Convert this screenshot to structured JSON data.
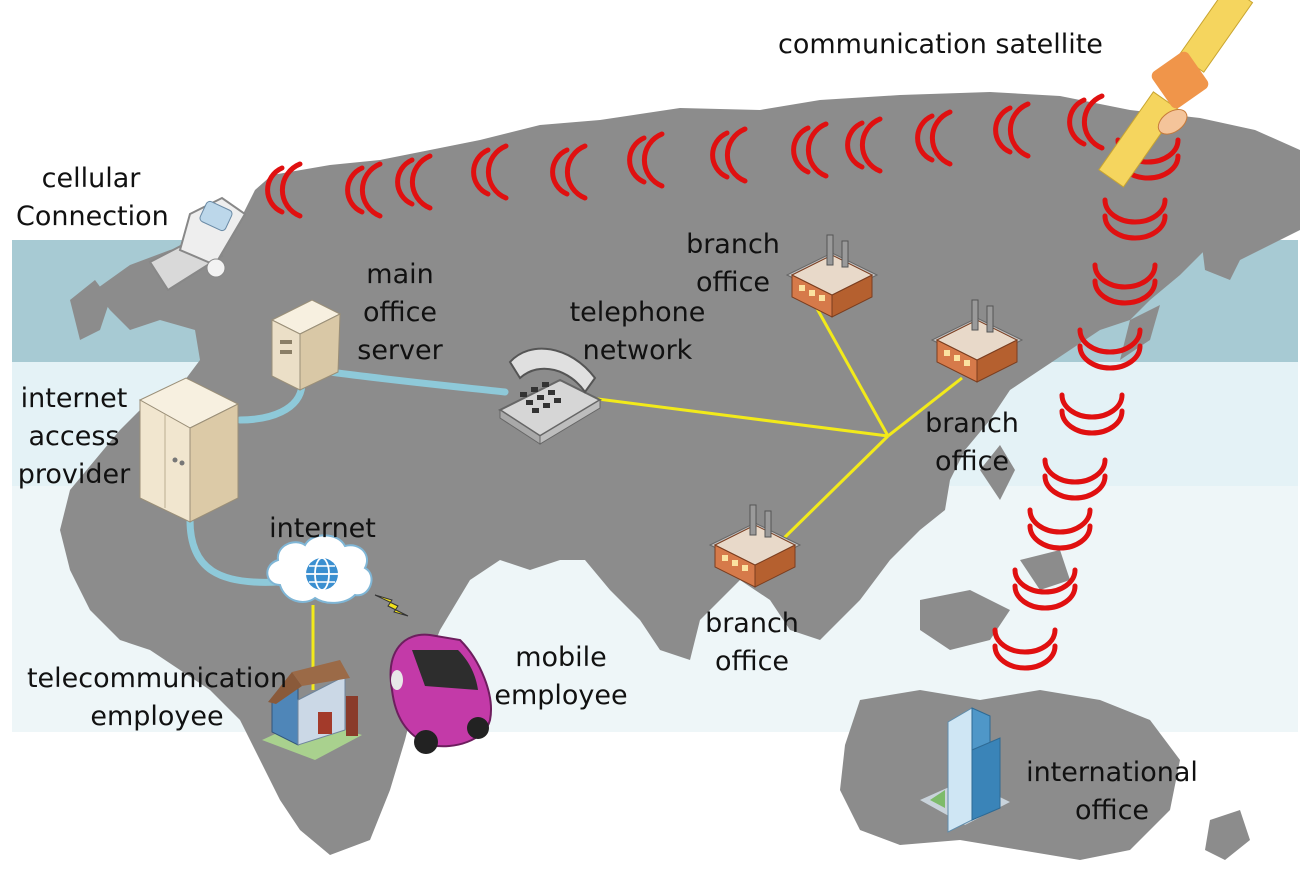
{
  "labels": {
    "satellite": [
      "communication satellite"
    ],
    "cellular": [
      "cellular",
      "Connection"
    ],
    "main_office": [
      "main",
      "office",
      "server"
    ],
    "telephone": [
      "telephone",
      "network"
    ],
    "isp": [
      "internet",
      "access",
      "provider"
    ],
    "internet": [
      "internet"
    ],
    "telecom_employee": [
      "telecommunication",
      "employee"
    ],
    "mobile_employee": [
      "mobile",
      "employee"
    ],
    "branch_office_top": [
      "branch",
      "office"
    ],
    "branch_office_right": [
      "branch",
      "office"
    ],
    "branch_office_bottom": [
      "branch",
      "office"
    ],
    "international_office": [
      "international",
      "office"
    ]
  },
  "colors": {
    "signal": "#e01010",
    "phone_link": "#f2ea1a",
    "data_cable": "#8ec9d9",
    "land": "#8c8c8c",
    "band_dark": "#a7cad3",
    "band_light": "#e4f2f6",
    "band_lighter": "#eef6f8",
    "building_brick": "#d67a4a",
    "satellite_panel": "#f5d55e",
    "satellite_body": "#f0954a",
    "car": "#c33aa8"
  },
  "icons": {
    "satellite": "satellite-icon",
    "cellular": "cell-phone-icon",
    "main_office": "server-tower-icon",
    "isp": "server-rack-icon",
    "telephone": "desk-phone-icon",
    "internet": "cloud-globe-icon",
    "home": "house-icon",
    "car": "car-icon",
    "branch": "factory-icon",
    "international": "skyscraper-icon",
    "lightning": "lightning-icon"
  }
}
